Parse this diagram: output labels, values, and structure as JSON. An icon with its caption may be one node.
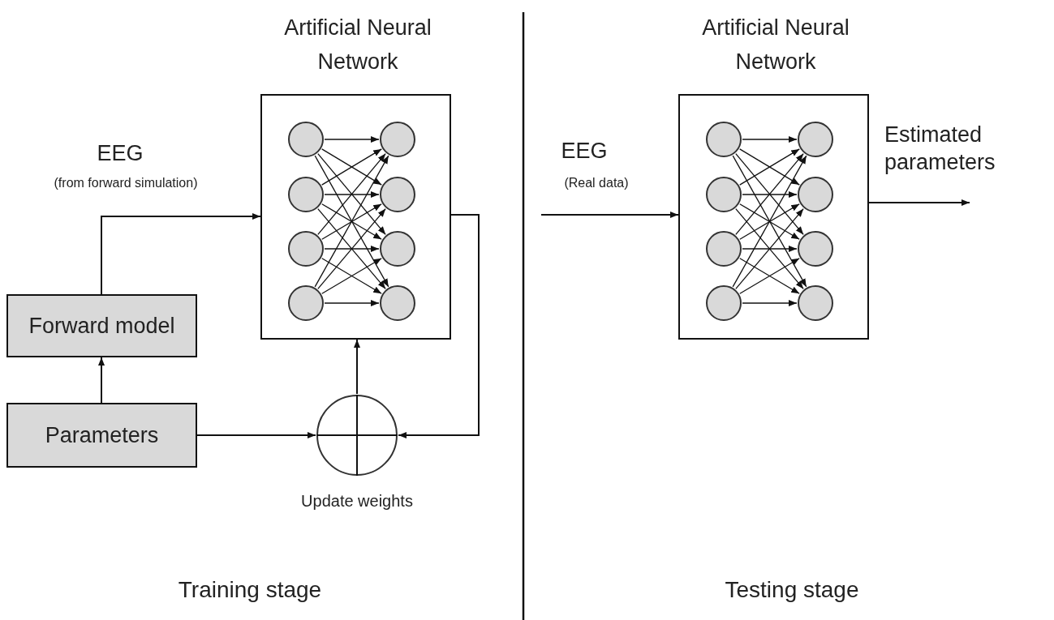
{
  "diagram": {
    "nodes": [
      {
        "text": [
          "Artificial Neural Network"
        ]
      },
      {
        "text": [],
        "shape": "circle",
        "in": 0
      },
      {
        "text": [],
        "shape": "circle",
        "in": 0
      },
      {
        "text": [],
        "shape": "circle",
        "in": 0
      },
      {
        "text": [],
        "shape": "circle",
        "in": 0
      },
      {
        "text": [],
        "shape": "circle",
        "in": 0
      },
      {
        "text": [],
        "shape": "circle",
        "in": 0
      },
      {
        "text": [],
        "shape": "circle",
        "in": 0
      },
      {
        "text": [],
        "shape": "circle",
        "in": 0
      },
      {
        "text": [
          "Forward model"
        ]
      },
      {
        "text": [
          "Parameters"
        ]
      },
      {
        "text": [],
        "shape": "circle",
        "beside": [
          "Update weights"
        ]
      },
      {
        "text": [
          "Artificial Neural Network"
        ]
      },
      {
        "text": [],
        "shape": "circle",
        "in": 12
      },
      {
        "text": [],
        "shape": "circle",
        "in": 12
      },
      {
        "text": [],
        "shape": "circle",
        "in": 12
      },
      {
        "text": [],
        "shape": "circle",
        "in": 12
      },
      {
        "text": [],
        "shape": "circle",
        "in": 12
      },
      {
        "text": [],
        "shape": "circle",
        "in": 12
      },
      {
        "text": [],
        "shape": "circle",
        "in": 12
      },
      {
        "text": [],
        "shape": "circle",
        "in": 12
      }
    ],
    "edges": [
      {
        "from": 10,
        "to": 9,
        "arrow": "to"
      },
      {
        "from": 9,
        "to": 0,
        "arrow": "to",
        "label": "EEG"
      },
      {
        "from": 10,
        "to": 11,
        "arrow": "to"
      },
      {
        "from": 11,
        "to": 0,
        "arrow": "to"
      },
      {
        "from": 0,
        "to": 11,
        "arrow": "to"
      },
      {
        "from": 1,
        "to": 5,
        "arrow": "to"
      },
      {
        "from": 1,
        "to": 6,
        "arrow": "to"
      },
      {
        "from": 1,
        "to": 7,
        "arrow": "to"
      },
      {
        "from": 1,
        "to": 8,
        "arrow": "to"
      },
      {
        "from": 2,
        "to": 5,
        "arrow": "to"
      },
      {
        "from": 2,
        "to": 6,
        "arrow": "to"
      },
      {
        "from": 2,
        "to": 7,
        "arrow": "to"
      },
      {
        "from": 2,
        "to": 8,
        "arrow": "to"
      },
      {
        "from": 3,
        "to": 5,
        "arrow": "to"
      },
      {
        "from": 3,
        "to": 6,
        "arrow": "to"
      },
      {
        "from": 3,
        "to": 7,
        "arrow": "to"
      },
      {
        "from": 3,
        "to": 8,
        "arrow": "to"
      },
      {
        "from": 4,
        "to": 5,
        "arrow": "to"
      },
      {
        "from": 4,
        "to": 6,
        "arrow": "to"
      },
      {
        "from": 4,
        "to": 7,
        "arrow": "to"
      },
      {
        "from": 4,
        "to": 8,
        "arrow": "to"
      },
      {
        "from": null,
        "to": 12,
        "arrow": "to",
        "label": "EEG"
      },
      {
        "from": 13,
        "to": 17,
        "arrow": "to"
      },
      {
        "from": 13,
        "to": 18,
        "arrow": "to"
      },
      {
        "from": 13,
        "to": 19,
        "arrow": "to"
      },
      {
        "from": 13,
        "to": 20,
        "arrow": "to"
      },
      {
        "from": 14,
        "to": 17,
        "arrow": "to"
      },
      {
        "from": 14,
        "to": 18,
        "arrow": "to"
      },
      {
        "from": 14,
        "to": 19,
        "arrow": "to"
      },
      {
        "from": 14,
        "to": 20,
        "arrow": "to"
      },
      {
        "from": 15,
        "to": 17,
        "arrow": "to"
      },
      {
        "from": 15,
        "to": 18,
        "arrow": "to"
      },
      {
        "from": 15,
        "to": 19,
        "arrow": "to"
      },
      {
        "from": 15,
        "to": 20,
        "arrow": "to"
      },
      {
        "from": 16,
        "to": 17,
        "arrow": "to"
      },
      {
        "from": 16,
        "to": 18,
        "arrow": "to"
      },
      {
        "from": 16,
        "to": 19,
        "arrow": "to"
      },
      {
        "from": 16,
        "to": 20,
        "arrow": "to"
      },
      {
        "from": 12,
        "to": null,
        "arrow": "to",
        "label": "Estimated parameters"
      }
    ],
    "labels": [
      "(from forward simulation)",
      "(Real data)",
      "Training stage",
      "Testing stage"
    ]
  }
}
